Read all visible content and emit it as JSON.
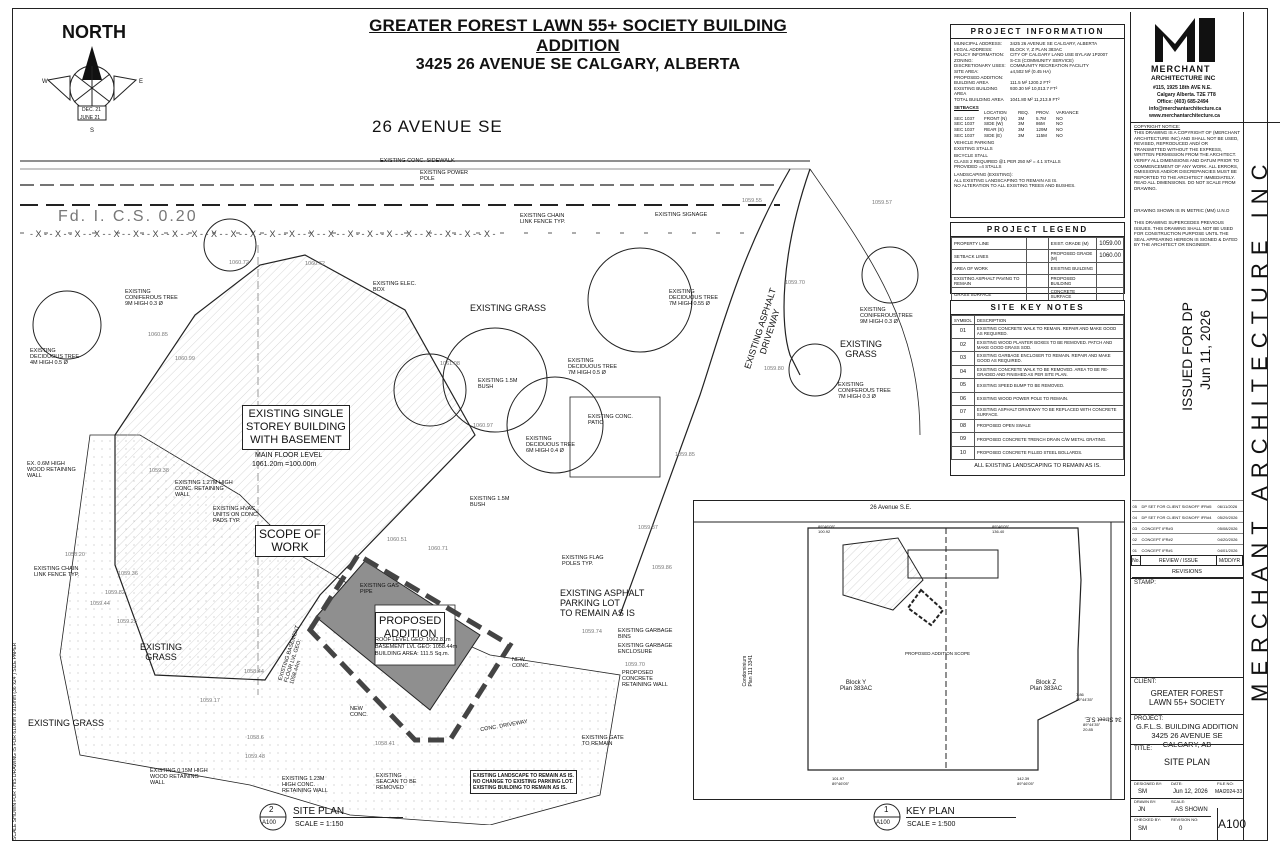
{
  "title": {
    "line1": "GREATER FOREST LAWN 55+ SOCIETY BUILDING ADDITION",
    "line2": "3425 26 AVENUE SE  CALGARY, ALBERTA"
  },
  "north": {
    "label": "NORTH",
    "w": "W",
    "e": "E",
    "s": "S",
    "dec": "DEC. 21",
    "june": "JUNE 21"
  },
  "streets": {
    "main": "26 AVENUE SE",
    "fd": "Fd. I. C.S. 0.20"
  },
  "site_labels": {
    "existing_grass_1": "EXISTING GRASS",
    "existing_grass_2": "EXISTING GRASS",
    "existing_grass_3": "EXISTING GRASS",
    "existing_grass_4": "EXISTING\nGRASS",
    "existing_grass_5": "EXISTING\nGRASS",
    "driveway": "EXISTING ASPHALT DRIVEWAY",
    "building": "EXISTING SINGLE\nSTOREY BUILDING\nWITH BASEMENT",
    "main_floor": "MAIN FLOOR LEVEL",
    "main_floor_val": "1061.20m =100.00m",
    "scope": "SCOPE OF\nWORK",
    "proposed": "PROPOSED\nADDITION",
    "roof": "ROOF LEVEL GEO: 1062.81m",
    "basement": "BASEMENT LVL GEO: 1058.44m",
    "area": "BUILDING AREA: 111.5 Sq.m.",
    "parking": "EXISTING ASPHALT\nPARKING LOT\nTO REMAIN AS IS",
    "landscape_note": "EXISTING LANDSCAPE TO REMAIN AS IS.\nNO CHANGE TO EXISTING PARKING LOT.\nEXISTING BUILDING TO REMAIN AS IS.",
    "basement_floor": "EXISTING BASEMENT FLOOR LVL GEO: 1058.44m",
    "patio": "EXISTING CONC. PATIO",
    "all_landscaping": "ALL EXISTING LANDSCAPING TO REMAIN AS IS."
  },
  "callouts": [
    "EXISTING CONC. SIDEWALK",
    "EXISTING POWER POLE",
    "EXISTING CHAIN LINK FENCE TYP.",
    "EXISTING SIGNAGE",
    "EXISTING CONIFEROUS TREE 9m HIGH 0.3 Ø",
    "EXISTING ELEC. BOX",
    "EXISTING DECIDUOUS TREE 4m HIGH 0.5 Ø",
    "EXISTING 1.5m BUSH",
    "EXISTING DECIDUOUS TREE 7m HIGH 0.55 Ø",
    "EXISTING CONIFEROUS TREE 9m HIGH 0.3 Ø",
    "EXISTING DECIDUOUS TREE 7m HIGH 0.5 Ø",
    "EXISTING DECIDUOUS TREE 6m HIGH 0.4 Ø",
    "EXISTING CONIFEROUS TREE 7m HIGH 0.3 Ø",
    "EX. 0.6m HIGH WOOD RETAINING WALL",
    "EXISTING 1.27m HIGH CONC. RETAINING WALL",
    "EXISTING HVAC UNITS ON CONC. PADS TYP.",
    "EXISTING 1.5m BUSH",
    "EXISTING CHAIN LINK FENCE TYP.",
    "EXISTING GAS PIPE",
    "EXISTING FLAG POLES TYP.",
    "EXISTING GARBAGE BINS",
    "EXISTING GARBAGE ENCLOSURE",
    "PROPOSED CONCRETE RETAINING WALL",
    "EXISTING GATE TO REMAIN",
    "EXISTING 0.15m HIGH WOOD RETAINING WALL",
    "EXISTING 1.23m HIGH CONC. RETAINING WALL",
    "EXISTING SEACAN TO BE REMOVED",
    "NEW CONC.",
    "NEW CONC.",
    "CONC. DRIVEWAY"
  ],
  "elevations": [
    "1059.55",
    "1059.57",
    "1060.72",
    "1060.72",
    "1060.85",
    "1060.99",
    "1061.08",
    "1060.97",
    "1059.70",
    "1059.80",
    "1059.85",
    "1059.87",
    "1059.86",
    "1059.74",
    "1059.70",
    "1060.51",
    "1060.71",
    "1059.36",
    "1059.82",
    "1059.25",
    "1059.44",
    "1059.17",
    "1058.44",
    "1058.41",
    "1058.6",
    "1058.20",
    "1059.38",
    "1059.48"
  ],
  "project_info": {
    "header": "PROJECT INFORMATION",
    "rows": [
      [
        "MUNICIPAL ADDRESS:",
        "3425 26 AVENUE SE  CALGARY, ALBERTA"
      ],
      [
        "LEGAL ADDRESS:",
        "BLOCK Y, Z  PLAN 383AC"
      ],
      [
        "POLICY INFORMATION:",
        "CITY OF CALGARY LAND USE BYLAW 1P2007"
      ],
      [
        "ZONING:",
        "S-CS (COMMUNITY SERVICE)"
      ],
      [
        "DISCRETIONARY USES:",
        "COMMUNITY RECREATION FACILITY"
      ],
      [
        "SITE AREA:",
        "±4,502 m² (0.45 Ha)"
      ],
      [
        "PROPOSED ADDITION:",
        ""
      ],
      [
        "BUILDING AREA",
        "111.5 m²      1200.2 ft²"
      ],
      [
        "EXISTING BUILDING AREA",
        "930.30 m²     10,013.7 ft²"
      ],
      [
        "TOTAL BUILDING AREA",
        "1041.80 m²    11,213.9 ft²"
      ]
    ],
    "setbacks_title": "SETBACKS",
    "setbacks_head": [
      "",
      "LOCATION",
      "REQ.",
      "PROV.",
      "VARIANCE"
    ],
    "setbacks": [
      [
        "SEC 1037",
        "FRONT (N)",
        "3m",
        "5.7m",
        "NO"
      ],
      [
        "SEC 1037",
        "SIDE (W)",
        "3m",
        "86m",
        "NO"
      ],
      [
        "SEC 1037",
        "REAR (S)",
        "3m",
        "129m",
        "NO"
      ],
      [
        "SEC 1037",
        "SIDE (E)",
        "3m",
        "115m",
        "NO"
      ]
    ],
    "vehicle": "VEHICLE PARKING\nEXISTING STALLS",
    "bicycle": "BICYCLE STALL\nCLASS 2 REQUIRED @1 PER 250 m² = 4.1 STALLS\nPROVIDED =4 STALLS",
    "landscaping": "LANDSCAPING (EXISTING):\nALL EXISTING LANDSCAPING TO REMAIN AS IS.\nNO ALTERATION TO ALL EXISTING TREES AND BUSHES."
  },
  "legend": {
    "header": "PROJECT LEGEND",
    "rows": [
      [
        "PROPERTY LINE",
        "EXIST. GRADE (M)",
        "1059.00"
      ],
      [
        "SETBACK LINES",
        "PROPOSED GRADE (M)",
        "1060.00"
      ],
      [
        "AREA OF WORK",
        "EXISTING BUILDING",
        ""
      ],
      [
        "EXISTING ASPHALT PAVING TO REMAIN",
        "PROPOSED BUILDING",
        ""
      ],
      [
        "GRASS SURFACE",
        "CONCRETE SURFACE",
        ""
      ]
    ]
  },
  "key_notes": {
    "header": "SITE KEY NOTES",
    "col1": "SYMBOL",
    "col2": "DESCRIPTION",
    "rows": [
      [
        "01",
        "EXISTING CONCRETE WALK TO REMAIN. REPAIR AND MAKE GOOD AS REQUIRED."
      ],
      [
        "02",
        "EXISTING WOOD PLANTER BOXES TO BE REMOVED. PATCH AND MAKE GOOD GRASS SOD."
      ],
      [
        "03",
        "EXISTING GARBAGE ENCLOSER TO REMAIN. REPAIR AND MAKE GOOD AS REQUIRED."
      ],
      [
        "04",
        "EXISTING CONCRETE WALK TO BE REMOVED. AREA TO BE RE-GRADED AND FINISHED AS PER SITE PLAN."
      ],
      [
        "05",
        "EXISTING SPEED BUMP TO BE REMOVED."
      ],
      [
        "06",
        "EXISTING WOOD POWER POLE TO REMAIN."
      ],
      [
        "07",
        "EXISTING ASPHALT DRIVEWAY TO BE REPLACED WITH CONCRETE SURFACE."
      ],
      [
        "08",
        "PROPOSED OPEN SWALE"
      ],
      [
        "09",
        "PROPOSED CONCRETE TRENCH DRAIN C/W METAL GRATING."
      ],
      [
        "10",
        "PROPOSED CONCRETE FILLED STEEL BOLLARDS."
      ]
    ],
    "footer": "ALL EXISTING LANDSCAPING TO REMAIN AS IS."
  },
  "key_plan": {
    "avenue": "26 Avenue S.E.",
    "street": "34 Street S.E.",
    "block_y": "Block Y\nPlan 383AC",
    "block_z": "Block Z\nPlan 383AC",
    "condo": "Condominium\nPlan 111 3341",
    "scope": "PROPOSED ADDITION SCOPE",
    "dims": [
      "89°46'05\"\n100.92",
      "89°46'05\"\n136.40",
      "7.86\n89°44'35\"",
      "89°44'35\"\n20.85",
      "101.97\n89°46'05\"",
      "142.39\n89°46'05\""
    ]
  },
  "drawing_labels": [
    {
      "num": "2",
      "sheet": "A100",
      "title": "SITE PLAN",
      "scale": "SCALE = 1:150"
    },
    {
      "num": "1",
      "sheet": "A100",
      "title": "KEY PLAN",
      "scale": "SCALE = 1:500"
    }
  ],
  "side_note": "SCALE SHOWN FOR THIS DRAWING IS FOR 610mm x 915mm (36\"x24\") SIZE PAPER",
  "firm": {
    "name1": "MERCHANT",
    "name2": "ARCHITECTURE INC",
    "addr1": "#115, 1925 18th AVE  N.E.",
    "addr2": "Calgary Alberta.  T2E 7T8",
    "phone": "Office: (403) 685-2494",
    "email": "info@merchantarchitecture.ca",
    "web": "www.merchantarchitecture.ca",
    "vertical": "MERCHANT ARCHITECTURE INC"
  },
  "copyright": {
    "title": "COPYRIGHT NOTICE:",
    "body": "THIS DRAWING IS A COPYRIGHT OF (MERCHANT ARCHITECTURE INC) AND SHALL NOT BE USED, REVISED, REPRODUCED AND/ OR TRANSMITTED WITHOUT THE EXPRESS, WRITTEN PERMISSION FROM THE ARCHITECT. VERIFY ALL DIMENSIONS AND DATUM PRIOR TO COMMENCEMENT OF ANY WORK. ALL ERRORS, OMISSIONS AND/OR DISCREPANCIES MUST BE REPORTED TO THE ARCHITECT IMMEDIATELY. READ ALL DIMENSIONS. DO NOT SCALE FROM DRAWING.",
    "metric": "DRAWING SHOWN IS IN METRIC (mm) U.N.O",
    "supersedes": "THIS DRAWING SUPERCEDES PREVIOUS ISSUES. THIS DRAWING SHALL NOT BE USED FOR CONSTRUCTION PURPOSE UNTIL THE SEAL APPEARING HEREON IS SIGNED & DATED BY THE ARCHITECT OR ENGINEER."
  },
  "issued": {
    "line1": "ISSUED FOR DP",
    "line2": "Jun 11, 2026"
  },
  "revisions": {
    "rows": [
      [
        "05",
        "DP SET FOR CLIENT SIGNOFF IFR#5",
        "06/11/2026"
      ],
      [
        "04",
        "DP SET FOR CLIENT SIGNOFF IFR#4",
        "05/29/2026"
      ],
      [
        "03",
        "CONCEPT IFR#3",
        "05/08/2026"
      ],
      [
        "02",
        "CONCEPT IFR#2",
        "04/20/2026"
      ],
      [
        "01",
        "CONCEPT IFR#1",
        "04/01/2026"
      ]
    ],
    "h_no": "No.",
    "h_review": "REVIEW / ISSUE",
    "h_date": "M/DD/YR",
    "title": "REVISIONS"
  },
  "stamp": "STAMP:",
  "client": {
    "label": "CLIENT:",
    "value": "GREATER FOREST\nLAWN 55+ SOCIETY"
  },
  "project": {
    "label": "PROJECT:",
    "value": "G.F.L.S. BUILDING ADDITION\n3425 26 AVENUE SE\nCALGARY, AB"
  },
  "sheet_title": {
    "label": "TITLE:",
    "value": "SITE PLAN"
  },
  "tb_fields": {
    "designed_by_l": "DESIGNED BY:",
    "designed_by": "SM",
    "date_l": "DATE:",
    "date": "Jun 12, 2026",
    "file_l": "FILE NO:",
    "file": "MAI2024-33",
    "drawn_l": "DRAWN BY:",
    "drawn": "JN",
    "scale_l": "SCALE:",
    "scale": "AS SHOWN",
    "checked_l": "CHECKED BY:",
    "checked": "SM",
    "rev_l": "REVISION NO:",
    "rev": "0",
    "sheet": "A100"
  },
  "colors": {
    "ink": "#222222",
    "building_hatch": "#9a9a9a",
    "proposed": "#6e6e6e",
    "scope_dash": "#444444"
  }
}
